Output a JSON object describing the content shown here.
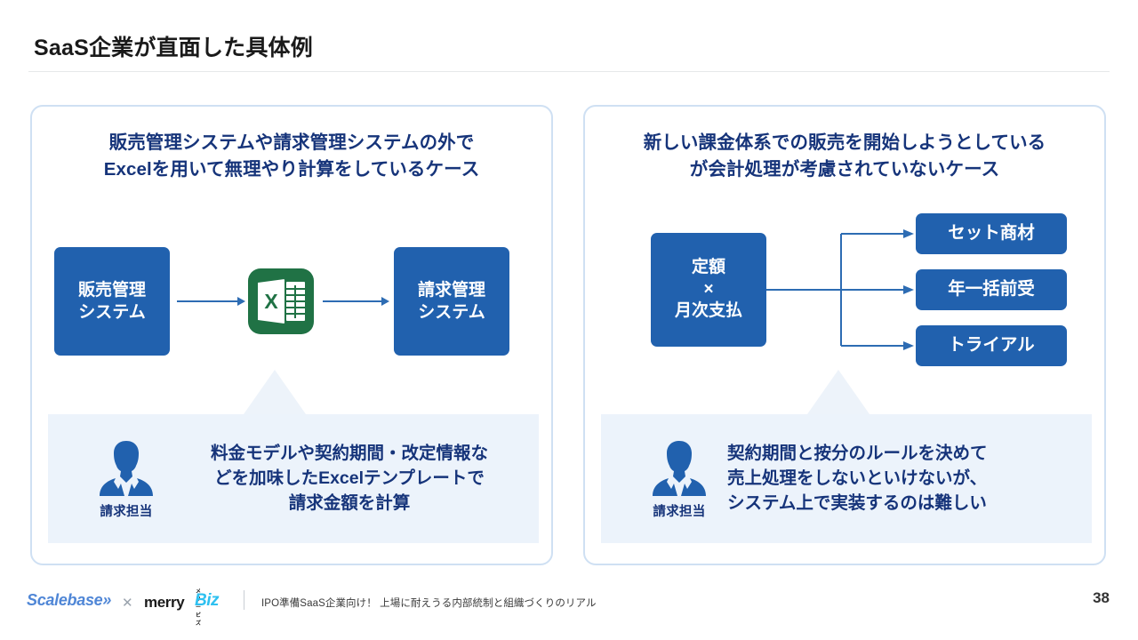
{
  "slide": {
    "title": "SaaS企業が直面した具体例",
    "page_number": "38"
  },
  "panels": [
    {
      "heading_line1": "販売管理システムや請求管理システムの外で",
      "heading_line2": "Excelを用いて無理やり計算をしているケース",
      "diagram": {
        "box_source": "販売管理\nシステム",
        "box_source_line1": "販売管理",
        "box_source_line2": "システム",
        "middle_icon": "excel-icon",
        "box_target_line1": "請求管理",
        "box_target_line2": "システム"
      },
      "callout": {
        "person_label": "請求担当",
        "line1": "料金モデルや契約期間・改定情報な",
        "line2": "どを加味したExcelテンプレートで",
        "line3": "請求金額を計算"
      }
    },
    {
      "heading_line1": "新しい課金体系での販売を開始しようとしている",
      "heading_line2": "が会計処理が考慮されていないケース",
      "diagram": {
        "box_source_line1": "定額",
        "box_source_line2": "×",
        "box_source_line3": "月次支払",
        "branches": [
          "セット商材",
          "年一括前受",
          "トライアル"
        ]
      },
      "callout": {
        "person_label": "請求担当",
        "line1": "契約期間と按分のルールを決めて",
        "line2": "売上処理をしないといけないが、",
        "line3": "システム上で実装するのは難しい"
      }
    }
  ],
  "footer": {
    "logo_scalebase": "Scalebase»",
    "cross": "✕",
    "logo_merry_kana": "メリービズ",
    "logo_merry_word": "merry",
    "logo_merry_biz": "Biz",
    "tagline": "IPO準備SaaS企業向け！ 上場に耐えうる内部統制と組織づくりのリアル"
  },
  "colors": {
    "box_blue": "#2161ae",
    "heading_navy": "#16347a",
    "callout_bg": "#ecf3fb",
    "card_border": "#cfe0f3",
    "excel_green": "#207245",
    "arrow_blue": "#2d6cb3"
  }
}
